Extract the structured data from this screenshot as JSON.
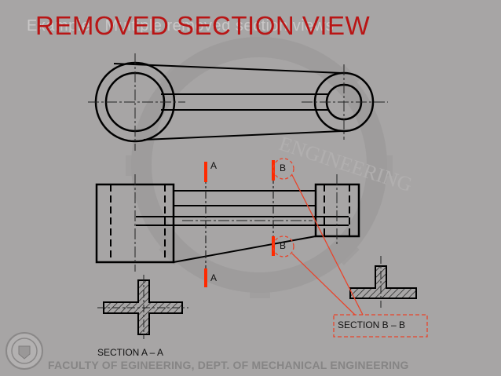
{
  "slide": {
    "title": "REMOVED SECTION  VIEW",
    "subtitle_ghost": "Example : Multiple removed section views",
    "footer": "FACULTY  OF EGINEERING, DEPT. OF MECHANICAL ENGINEERING",
    "watermark_text": "ENGINEERING"
  },
  "labels": {
    "cut_a_top": "A",
    "cut_a_bottom": "A",
    "cut_b_top": "B",
    "cut_b_bottom": "B",
    "section_aa": "SECTION   A – A",
    "section_bb": "SECTION   B – B"
  },
  "colors": {
    "accent": "#b91515",
    "cutting_plane": "#ff2a00",
    "leader": "#e8442b",
    "background": "#a7a5a5"
  }
}
